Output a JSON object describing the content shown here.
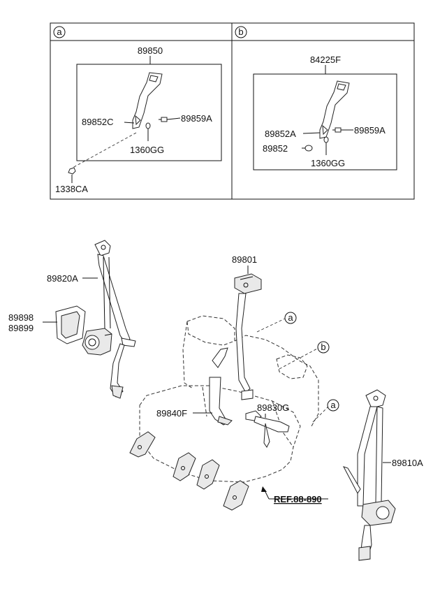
{
  "panels": {
    "a": {
      "marker": "a",
      "assembly": "89850",
      "parts": [
        "89852C",
        "89859A",
        "1360GG",
        "1338CA"
      ]
    },
    "b": {
      "marker": "b",
      "assembly": "84225F",
      "parts": [
        "89852A",
        "89859A",
        "89852",
        "1360GG"
      ]
    }
  },
  "main": {
    "labels": {
      "p89801": "89801",
      "p89820A": "89820A",
      "p89898": "89898",
      "p89899": "89899",
      "p89840F": "89840F",
      "p89830G": "89830G",
      "p89810A": "89810A",
      "ref": "REF.88-890"
    },
    "callouts": [
      "a",
      "b",
      "a"
    ]
  }
}
